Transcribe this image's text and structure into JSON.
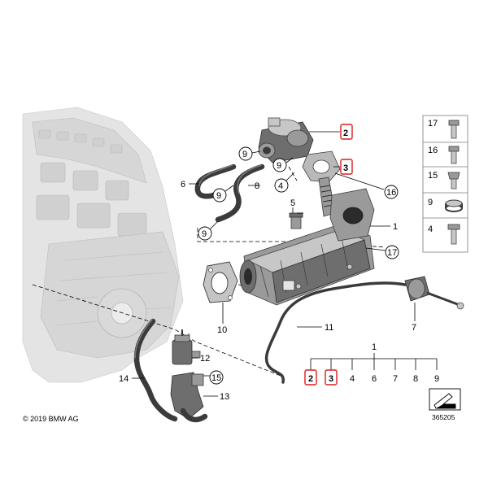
{
  "copyright": "© 2019 BMW AG",
  "diagram_number": "365205",
  "callouts": {
    "c1": "1",
    "c2": "2",
    "c3": "3",
    "c4": "4",
    "c5": "5",
    "c6": "6",
    "c7": "7",
    "c8": "8",
    "c9a": "9",
    "c9b": "9",
    "c9c": "9",
    "c10": "10",
    "c11": "11",
    "c12": "12",
    "c13": "13",
    "c14": "14",
    "c15": "15",
    "c16": "16",
    "c17": "17"
  },
  "legend_tree": {
    "root": "1",
    "children": [
      "2",
      "3",
      "4",
      "6",
      "7",
      "8",
      "9"
    ],
    "highlighted": [
      "2",
      "3"
    ]
  },
  "side_panel": [
    "17",
    "16",
    "15",
    "9",
    "4"
  ],
  "colors": {
    "highlight": "#e01b1b",
    "hose": "#3b3b3b",
    "engine": "#e4e4e4"
  },
  "icons": {
    "orientation": "arrow-direction-icon"
  }
}
